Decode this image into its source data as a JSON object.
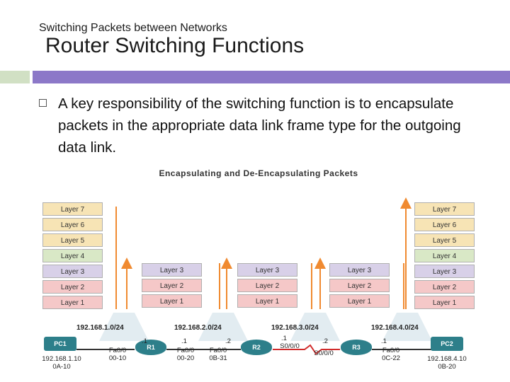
{
  "slide": {
    "kicker": "Switching Packets between Networks",
    "title": "Router Switching Functions",
    "bullet": "A key responsibility of the switching function is to encapsulate packets in the appropriate data link frame type for the outgoing data link."
  },
  "diagram": {
    "title": "Encapsulating and De-Encapsulating Packets",
    "pc_stack": [
      "Layer 7",
      "Layer 6",
      "Layer 5",
      "Layer 4",
      "Layer 3",
      "Layer 2",
      "Layer 1"
    ],
    "router_stack": [
      "Layer 3",
      "Layer 2",
      "Layer 1"
    ],
    "networks": [
      "192.168.1.0/24",
      "192.168.2.0/24",
      "192.168.3.0/24",
      "192.168.4.0/24"
    ],
    "devices": {
      "pc1": "PC1",
      "pc2": "PC2",
      "r1": "R1",
      "r2": "R2",
      "r3": "R3"
    },
    "labels": {
      "pc1_ip": "192.168.1.10",
      "pc1_mac": "0A-10",
      "pc2_ip": "192.168.4.10",
      "pc2_mac": "0B-20",
      "r1_a": ".1",
      "r1_b": ".1",
      "r1_if1": "Fa0/0",
      "r1_mac1": "00-10",
      "r1_if2": "Fa0/0",
      "r1_mac2": "00-20",
      "r2_a": ".2",
      "r2_b": ".1",
      "r2_if1": "Fa0/0",
      "r2_mac1": "0B-31",
      "r2_if2": "S0/0/0",
      "r3_a": ".2",
      "r3_b": ".1",
      "r3_if1": "S0/0/0",
      "r3_if2": "Fa0/0",
      "r3_mac2": "0C-22"
    }
  },
  "colors": {
    "purple_bar": "#8c78c8",
    "green_bar": "#d1e0c4",
    "arrow": "#f08a30",
    "device": "#2d7f8a"
  }
}
